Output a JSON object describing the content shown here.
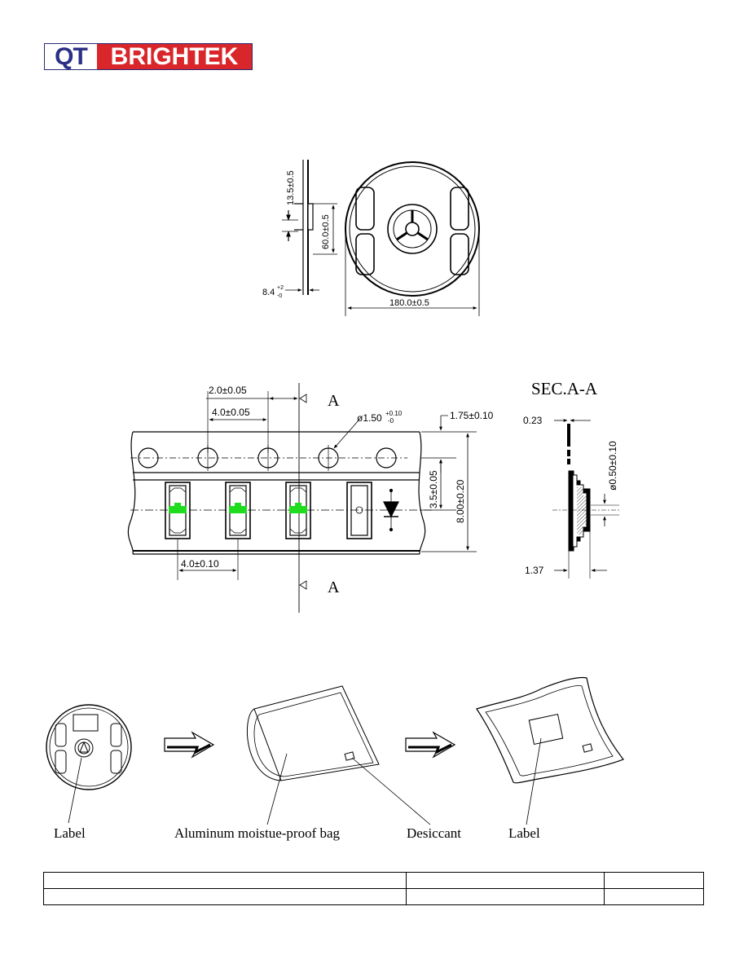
{
  "brand": {
    "part1": "QT",
    "part2": "BRIGHTEK",
    "color_blue": "#2b2f86",
    "color_red": "#d9262b"
  },
  "reel": {
    "dim_hub_width": "13.5±0.5",
    "dim_hub_dia": "60.0±0.5",
    "dim_tape_width_base": "8.4",
    "dim_tape_width_plus": "+2",
    "dim_tape_width_minus": "-0",
    "dim_reel_dia": "180.0±0.5"
  },
  "tape": {
    "dim_pitch_small": "2.0±0.05",
    "dim_hole_pitch": "4.0±0.05",
    "dim_hole_dia_base": "ø1.50",
    "dim_hole_dia_plus": "+0.10",
    "dim_hole_dia_minus": "-0",
    "dim_edge": "1.75±0.10",
    "dim_center": "3.5±0.05",
    "dim_width": "8.00±0.20",
    "dim_component_pitch": "4.0±0.10",
    "section_marker_top": "A",
    "section_marker_bottom": "A",
    "led_color": "#1fdc1f"
  },
  "section": {
    "title": "SEC.A-A",
    "dim_thickness": "0.23",
    "dim_hole": "ø0.50±0.10",
    "dim_depth": "1.37"
  },
  "packing": {
    "label_left": "Label",
    "bag_label": "Aluminum  moistue-proof  bag",
    "desiccant_label": "Desiccant",
    "label_right": "Label"
  },
  "footer_table": {
    "rows": [
      [
        "",
        "",
        ""
      ],
      [
        "",
        "",
        ""
      ]
    ]
  }
}
